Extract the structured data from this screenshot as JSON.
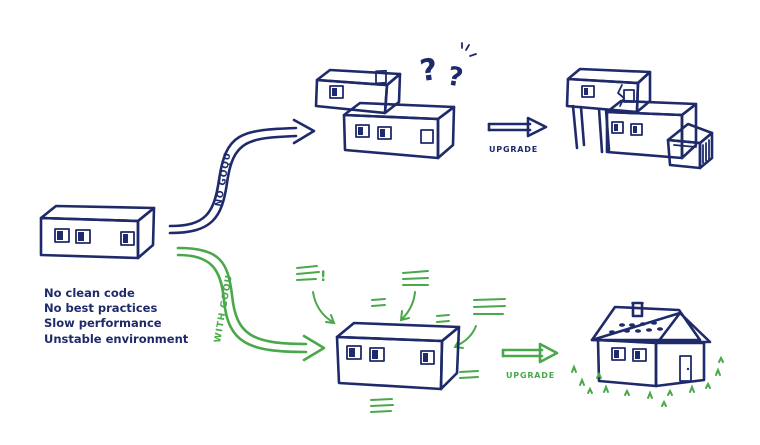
{
  "colors": {
    "ink": "#1f2a6b",
    "green": "#4aa84a",
    "background": "#ffffff"
  },
  "paths": {
    "top_label": "NO GOQU",
    "bottom_label": "WITH GOQU",
    "top_upgrade": "UPGRADE",
    "bottom_upgrade": "UPGRADE"
  },
  "problems": [
    "No clean code",
    "No best practices",
    "Slow performance",
    "Unstable environment"
  ],
  "question_marks": [
    "?",
    "?"
  ],
  "exclamation": "!",
  "icons": {
    "start": "single-container-house-icon",
    "stacked": "stacked-containers-icon",
    "broken": "makeshift-house-icon",
    "goqu_container": "solid-container-icon",
    "final": "finished-house-icon"
  }
}
